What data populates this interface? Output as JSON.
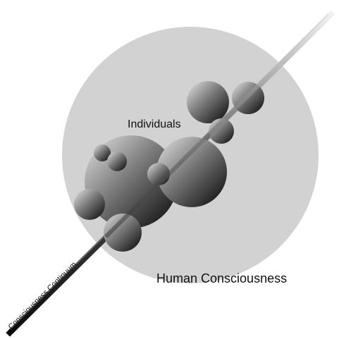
{
  "labels": {
    "individuals": "Individuals",
    "human_consciousness": "Human Consciousness",
    "continuum": "Consciousness Continuum"
  },
  "colors": {
    "background": "#ffffff",
    "outer_circle": "#d2d2d2",
    "text": "#111111",
    "sphere_light": "#e6e6e6",
    "sphere_dark": "#050505",
    "rod_dark": "#0a0a0a",
    "rod_light": "#f2f2f2"
  }
}
